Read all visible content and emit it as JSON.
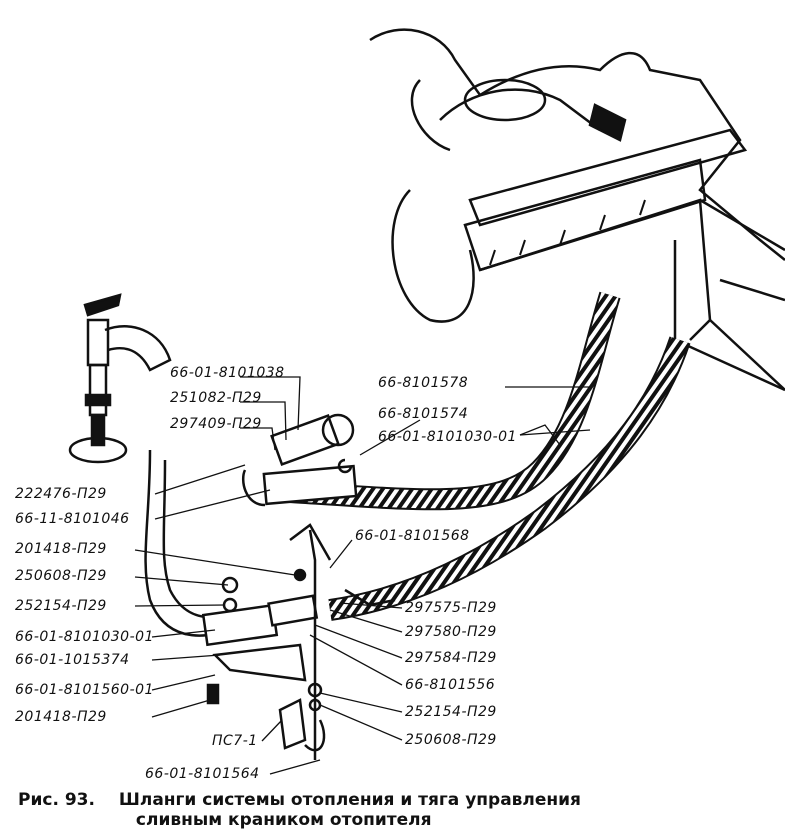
{
  "figure": {
    "prefix": "Рис.",
    "number": "93.",
    "caption_line1": "Шланги системы отопления и тяга управления",
    "caption_line2": "сливным краником отопителя"
  },
  "labels": {
    "l1": "66-01-8101038",
    "l2": "251082-П29",
    "l3": "297409-П29",
    "l4": "66-8101578",
    "l5": "66-8101574",
    "l6": "66-01-8101030-01",
    "l7": "222476-П29",
    "l8": "66-11-8101046",
    "l9": "66-01-8101568",
    "l10": "201418-П29",
    "l11": "250608-П29",
    "l12": "252154-П29",
    "l13": "297575-П29",
    "l14": "66-01-8101030-01",
    "l15": "297580-П29",
    "l16": "66-01-1015374",
    "l17": "297584-П29",
    "l18": "66-01-8101560-01",
    "l19": "66-8101556",
    "l20": "201418-П29",
    "l21": "252154-П29",
    "l22": "ПС7-1",
    "l23": "250608-П29",
    "l24": "66-01-8101564"
  }
}
